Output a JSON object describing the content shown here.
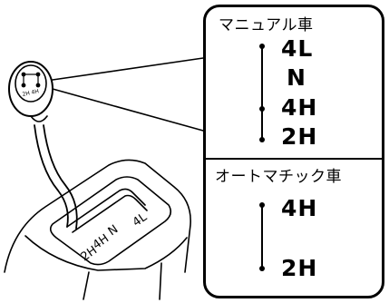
{
  "illustration": {
    "knob_icon": "gear-pattern-icon",
    "gate_labels": [
      "4L",
      "N",
      "4H",
      "2H"
    ]
  },
  "manual": {
    "title": "マニュアル車",
    "positions": [
      "4L",
      "N",
      "4H",
      "2H"
    ]
  },
  "automatic": {
    "title": "オートマチック車",
    "positions": [
      "4H",
      "2H"
    ]
  }
}
